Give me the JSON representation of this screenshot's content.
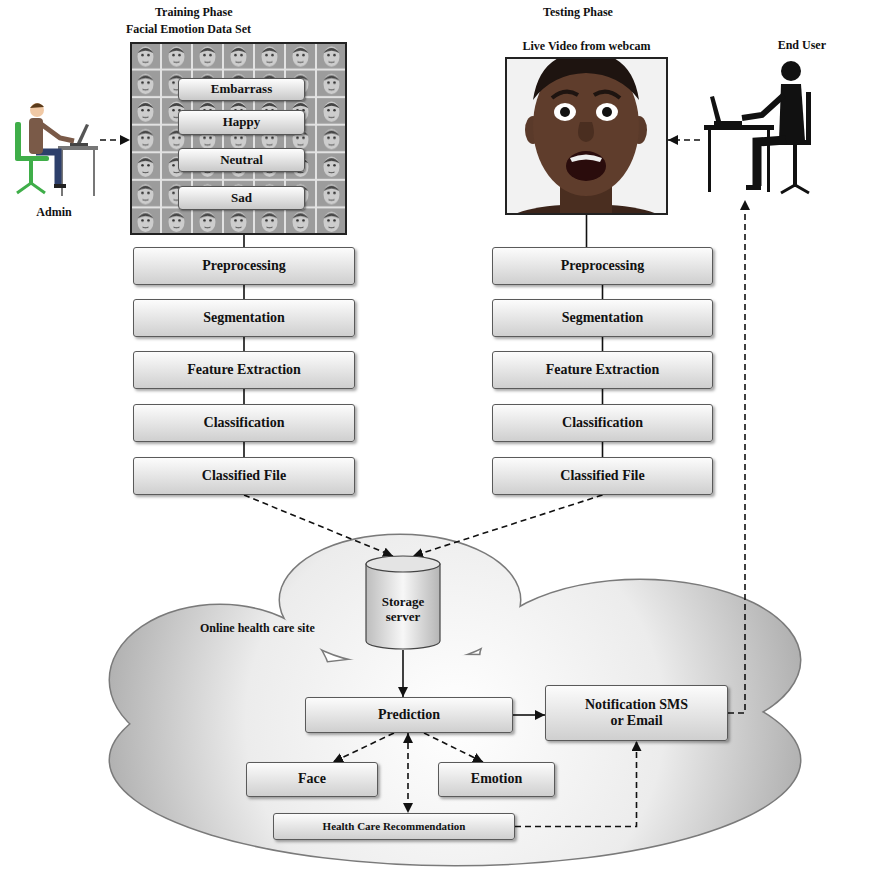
{
  "diagram": {
    "nodes": [
      {
        "text": [
          "Facial Emotion Data Set"
        ]
      },
      {
        "text": [
          "Embarrass"
        ],
        "in": 0
      },
      {
        "text": [
          "Happy"
        ],
        "in": 0
      },
      {
        "text": [
          "Neutral"
        ],
        "in": 0
      },
      {
        "text": [
          "Sad"
        ],
        "in": 0
      },
      {
        "text": [
          "Admin"
        ]
      },
      {
        "text": [
          "Live Video from webcam"
        ]
      },
      {
        "text": [
          "End User"
        ]
      },
      {
        "text": [
          "Preprocessing"
        ]
      },
      {
        "text": [
          "Segmentation"
        ]
      },
      {
        "text": [
          "Feature Extraction"
        ]
      },
      {
        "text": [
          "Classification"
        ]
      },
      {
        "text": [
          "Classified File"
        ]
      },
      {
        "text": [
          "Preprocessing"
        ]
      },
      {
        "text": [
          "Segmentation"
        ]
      },
      {
        "text": [
          "Feature Extraction"
        ]
      },
      {
        "text": [
          "Classification"
        ]
      },
      {
        "text": [
          "Classified File"
        ]
      },
      {
        "text": [
          "Online health care site"
        ]
      },
      {
        "text": [
          "Storage server"
        ],
        "in": 18
      },
      {
        "text": [
          "Prediction"
        ],
        "in": 18
      },
      {
        "text": [
          "Notification SMS or Email"
        ],
        "in": 18
      },
      {
        "text": [
          "Face"
        ],
        "in": 18
      },
      {
        "text": [
          "Emotion"
        ],
        "in": 18
      },
      {
        "text": [
          "Health Care Recommendation"
        ],
        "in": 18
      }
    ],
    "edges": [
      {
        "from": 5,
        "to": 0,
        "arrow": "to"
      },
      {
        "from": 0,
        "to": 8,
        "arrow": "none"
      },
      {
        "from": 8,
        "to": 9,
        "arrow": "none"
      },
      {
        "from": 9,
        "to": 10,
        "arrow": "none"
      },
      {
        "from": 10,
        "to": 11,
        "arrow": "none"
      },
      {
        "from": 11,
        "to": 12,
        "arrow": "none"
      },
      {
        "from": 6,
        "to": 13,
        "arrow": "none"
      },
      {
        "from": 13,
        "to": 14,
        "arrow": "none"
      },
      {
        "from": 14,
        "to": 15,
        "arrow": "none"
      },
      {
        "from": 15,
        "to": 16,
        "arrow": "none"
      },
      {
        "from": 16,
        "to": 17,
        "arrow": "none"
      },
      {
        "from": 12,
        "to": 19,
        "arrow": "to"
      },
      {
        "from": 17,
        "to": 19,
        "arrow": "to"
      },
      {
        "from": 19,
        "to": 20,
        "arrow": "to"
      },
      {
        "from": 20,
        "to": 21,
        "arrow": "to"
      },
      {
        "from": 20,
        "to": 22,
        "arrow": "to"
      },
      {
        "from": 20,
        "to": 23,
        "arrow": "to"
      },
      {
        "from": 20,
        "to": 24,
        "arrow": "both"
      },
      {
        "from": 24,
        "to": 21,
        "arrow": "to"
      },
      {
        "from": 21,
        "to": 7,
        "arrow": "to"
      },
      {
        "from": 7,
        "to": 6,
        "arrow": "to"
      }
    ],
    "labels": [
      "Training Phase",
      "Testing Phase"
    ]
  }
}
